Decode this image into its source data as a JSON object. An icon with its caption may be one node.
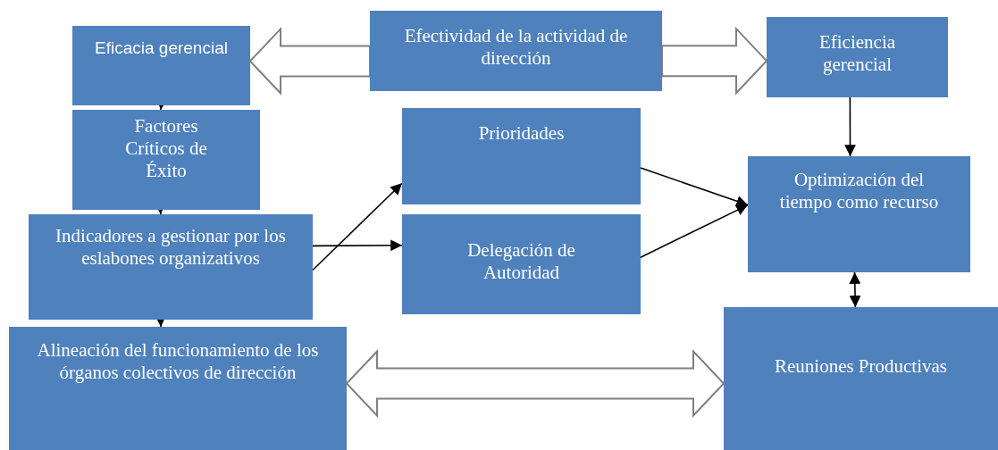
{
  "diagram": {
    "nodes": [
      {
        "text": [
          "Efectividad de la actividad de dirección"
        ]
      },
      {
        "text": [
          "Eficacia gerencial"
        ]
      },
      {
        "text": [
          "Eficiencia gerencial"
        ]
      },
      {
        "text": [
          "Factores Críticos de Éxito"
        ]
      },
      {
        "text": [
          "Prioridades"
        ]
      },
      {
        "text": [
          "Indicadores a gestionar por los eslabones organizativos"
        ]
      },
      {
        "text": [
          "Delegación de Autoridad"
        ]
      },
      {
        "text": [
          "Optimización del tiempo como recurso"
        ]
      },
      {
        "text": [
          "Alineación del funcionamiento de los órganos colectivos de dirección"
        ]
      },
      {
        "text": [
          "Reuniones Productivas"
        ]
      }
    ],
    "edges": [
      {
        "from": 0,
        "to": 1,
        "arrow": "to",
        "style": "thick"
      },
      {
        "from": 0,
        "to": 2,
        "arrow": "to",
        "style": "thick"
      },
      {
        "from": 1,
        "to": 3,
        "arrow": "to"
      },
      {
        "from": 3,
        "to": 5,
        "arrow": "to"
      },
      {
        "from": 5,
        "to": 4,
        "arrow": "to"
      },
      {
        "from": 5,
        "to": 6,
        "arrow": "to"
      },
      {
        "from": 5,
        "to": 8,
        "arrow": "to"
      },
      {
        "from": 4,
        "to": 7,
        "arrow": "to"
      },
      {
        "from": 6,
        "to": 7,
        "arrow": "to"
      },
      {
        "from": 2,
        "to": 7,
        "arrow": "to"
      },
      {
        "from": 7,
        "to": 9,
        "arrow": "both"
      },
      {
        "from": 8,
        "to": 9,
        "arrow": "both",
        "style": "thick"
      }
    ]
  }
}
